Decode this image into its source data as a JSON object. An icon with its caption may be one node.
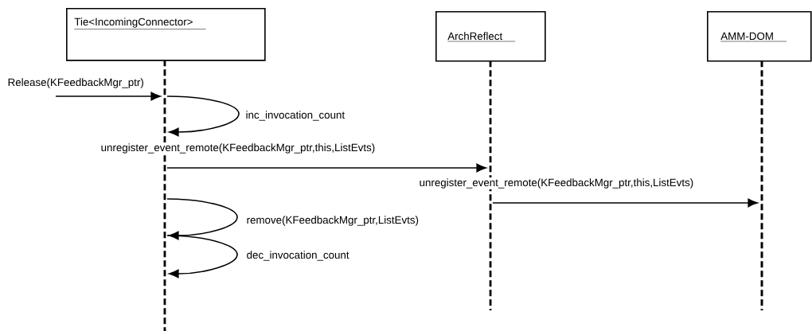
{
  "diagram": {
    "nodes": [
      {
        "text": [
          "Tie<IncomingConnector>"
        ]
      },
      {
        "text": [
          "ArchReflect"
        ]
      },
      {
        "text": [
          "AMM-DOM"
        ]
      },
      {
        "text": [],
        "shape": "line"
      },
      {
        "text": [],
        "shape": "line"
      },
      {
        "text": [],
        "shape": "line"
      }
    ],
    "edges": [
      {
        "from": null,
        "to": 3,
        "arrow": "to",
        "label": "Release(KFeedbackMgr_ptr)"
      },
      {
        "from": 3,
        "to": 3,
        "arrow": "to",
        "label": "inc_invocation_count"
      },
      {
        "from": 3,
        "to": 4,
        "arrow": "to",
        "label": "unregister_event_remote(KFeedbackMgr_ptr,this,ListEvts)"
      },
      {
        "from": 4,
        "to": 5,
        "arrow": "to",
        "label": "unregister_event_remote(KFeedbackMgr_ptr,this,ListEvts)"
      },
      {
        "from": 3,
        "to": 3,
        "arrow": "to",
        "label": "remove(KFeedbackMgr_ptr,ListEvts)"
      },
      {
        "from": 3,
        "to": 3,
        "arrow": "to",
        "label": "dec_invocation_count"
      }
    ]
  }
}
